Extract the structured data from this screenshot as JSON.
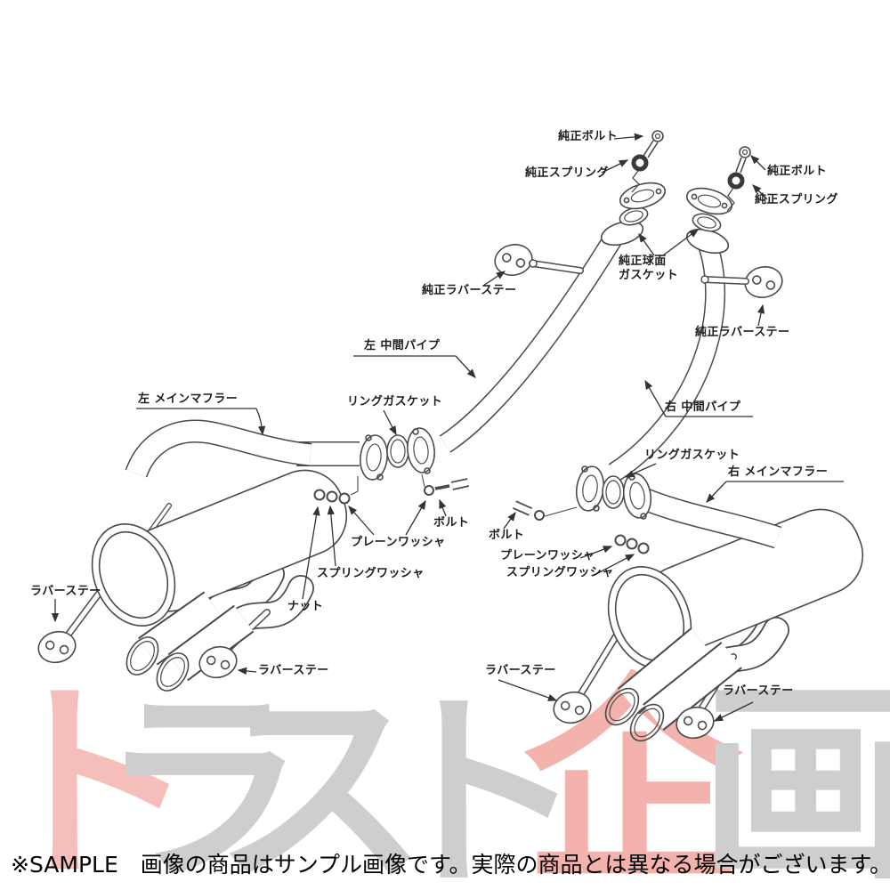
{
  "image_type": "exhaust-system-parts-diagram",
  "watermark": {
    "text": "トラスト企画",
    "chars": [
      {
        "char": "ト",
        "color": "#f6beba"
      },
      {
        "char": "ラ",
        "color": "#cecece"
      },
      {
        "char": "ス",
        "color": "#cecece"
      },
      {
        "char": "ト",
        "color": "#cecece"
      },
      {
        "char": "企",
        "color": "#f4b2ad"
      },
      {
        "char": "画",
        "color": "#cecece"
      }
    ]
  },
  "diagram": {
    "labels": [
      {
        "id": "genuine_bolt_left",
        "text": "純正ボルト"
      },
      {
        "id": "genuine_spring_left",
        "text": "純正スプリング"
      },
      {
        "id": "genuine_bolt_right",
        "text": "純正ボルト"
      },
      {
        "id": "genuine_spring_right",
        "text": "純正スプリング"
      },
      {
        "id": "genuine_spherical_gasket_line1",
        "text": "純正球面"
      },
      {
        "id": "genuine_spherical_gasket_line2",
        "text": "ガスケット"
      },
      {
        "id": "genuine_rubber_stay_left",
        "text": "純正ラバーステー"
      },
      {
        "id": "genuine_rubber_stay_right",
        "text": "純正ラバーステー"
      },
      {
        "id": "left_mid_pipe",
        "text": "左 中間パイプ"
      },
      {
        "id": "right_mid_pipe",
        "text": "右 中間パイプ"
      },
      {
        "id": "ring_gasket_left",
        "text": "リングガスケット"
      },
      {
        "id": "ring_gasket_right",
        "text": "リングガスケット"
      },
      {
        "id": "left_main_muffler",
        "text": "左 メインマフラー"
      },
      {
        "id": "right_main_muffler",
        "text": "右 メインマフラー"
      },
      {
        "id": "bolt_left",
        "text": "ボルト"
      },
      {
        "id": "plain_washer_left",
        "text": "プレーンワッシャ"
      },
      {
        "id": "spring_washer_left",
        "text": "スプリングワッシャ"
      },
      {
        "id": "nut_left",
        "text": "ナット"
      },
      {
        "id": "bolt_right",
        "text": "ボルト"
      },
      {
        "id": "plain_washer_right",
        "text": "プレーンワッシャ"
      },
      {
        "id": "spring_washer_right",
        "text": "スプリングワッシャ"
      },
      {
        "id": "rubber_stay_bottom_left",
        "text": "ラバーステー"
      },
      {
        "id": "rubber_stay_center_left",
        "text": "ラバーステー"
      },
      {
        "id": "rubber_stay_center_right",
        "text": "ラバーステー"
      },
      {
        "id": "rubber_stay_bottom_right",
        "text": "ラバーステー"
      }
    ]
  },
  "footer": {
    "sample_note": "※SAMPLE　画像の商品はサンプル画像です。実際の商品とは異なる場合がございます。"
  },
  "colors": {
    "line": "#4a4a4a",
    "callout": "#333333",
    "label_text": "#1d1d1d",
    "watermark_gray": "#cecece",
    "watermark_pink": "#f5b8b3"
  }
}
